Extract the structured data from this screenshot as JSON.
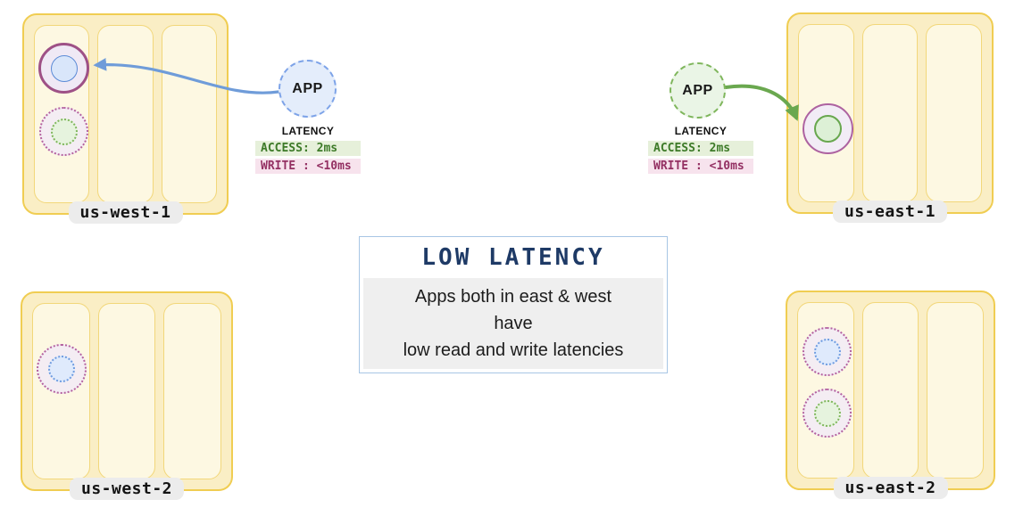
{
  "regions": [
    {
      "label": "us-west-1"
    },
    {
      "label": "us-east-1"
    },
    {
      "label": "us-west-2"
    },
    {
      "label": "us-east-2"
    }
  ],
  "apps": {
    "west": {
      "label": "APP"
    },
    "east": {
      "label": "APP"
    }
  },
  "latency_west": {
    "title": "LATENCY",
    "access": "ACCESS: 2ms",
    "write": "WRITE : <10ms"
  },
  "latency_east": {
    "title": "LATENCY",
    "access": "ACCESS: 2ms",
    "write": "WRITE : <10ms"
  },
  "callout": {
    "title": "LOW LATENCY",
    "lines": [
      "Apps both in east & west",
      "have",
      "low read and write latencies"
    ]
  },
  "colors": {
    "region_border": "#f0cd52",
    "region_fill": "#faeec5",
    "zone_fill": "#fdf8e2",
    "app_west_accent": "#7da3e8",
    "app_east_accent": "#7fb65c",
    "read_arrow_west": "#6f9cd9",
    "read_arrow_east": "#6aa84f",
    "access_badge_bg": "#e6f0da",
    "access_badge_text": "#3d7a28",
    "write_badge_bg": "#f7e3ed",
    "write_badge_text": "#943163",
    "callout_title": "#1e3a66",
    "primary_ring": "#9e5186",
    "replica_ring_dotted": "#b4629f"
  }
}
